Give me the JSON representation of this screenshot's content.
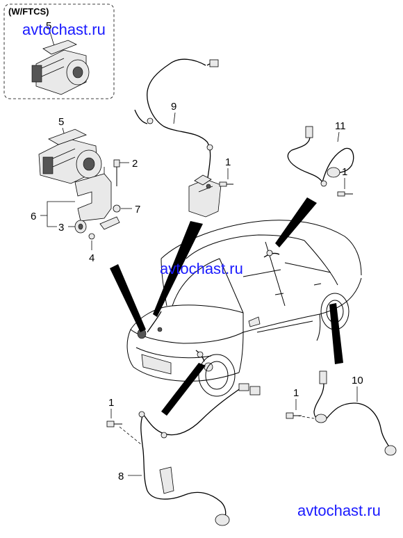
{
  "header": {
    "variant_label": "(W/FTCS)"
  },
  "watermarks": [
    "avtochast.ru",
    "avtochast.ru",
    "avtochast.ru"
  ],
  "callouts": {
    "c5_inset": "5",
    "c5": "5",
    "c2": "2",
    "c6": "6",
    "c7": "7",
    "c3": "3",
    "c4": "4",
    "c9": "9",
    "c1_front_upper": "1",
    "c11": "11",
    "c1_rear_upper": "1",
    "c1_front_lower": "1",
    "c8": "8",
    "c1_rear_lower": "1",
    "c10": "10"
  },
  "colors": {
    "watermark": "#1a1aff",
    "line": "#000000"
  }
}
